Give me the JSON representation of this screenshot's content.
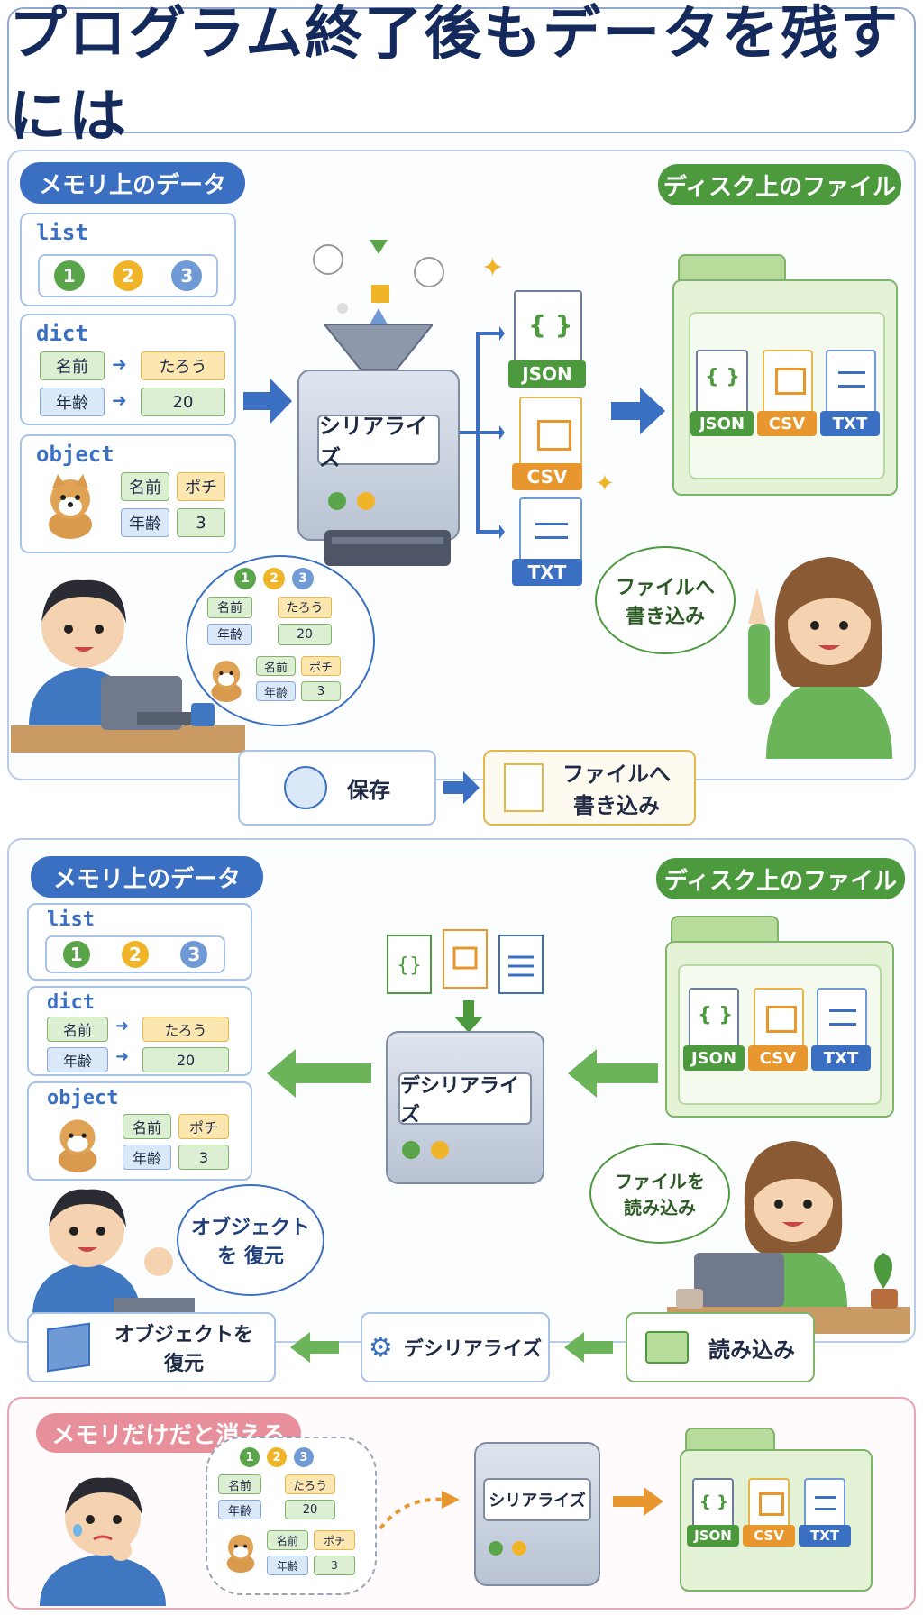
{
  "title": "プログラム終了後もデータを残すには",
  "section1": {
    "memory_tag": "メモリ上のデータ",
    "disk_tag": "ディスク上のファイル",
    "list_label": "list",
    "list_items": [
      "1",
      "2",
      "3"
    ],
    "dict_label": "dict",
    "dict_rows": [
      {
        "key": "名前",
        "value": "たろう"
      },
      {
        "key": "年齢",
        "value": "20"
      }
    ],
    "object_label": "object",
    "object_rows": [
      {
        "key": "名前",
        "value": "ポチ"
      },
      {
        "key": "年齢",
        "value": "3"
      }
    ],
    "machine_label": "シリアライズ",
    "file_labels": [
      "JSON",
      "CSV",
      "TXT"
    ],
    "girl_bubble": "ファイルへ 書き込み",
    "step1": "保存",
    "step2": "ファイルへ 書き込み"
  },
  "section2": {
    "memory_tag": "メモリ上のデータ",
    "disk_tag": "ディスク上のファイル",
    "list_label": "list",
    "list_items": [
      "1",
      "2",
      "3"
    ],
    "dict_label": "dict",
    "dict_rows": [
      {
        "key": "名前",
        "value": "たろう"
      },
      {
        "key": "年齢",
        "value": "20"
      }
    ],
    "object_label": "object",
    "object_rows": [
      {
        "key": "名前",
        "value": "ポチ"
      },
      {
        "key": "年齢",
        "value": "3"
      }
    ],
    "machine_label": "デシリアライズ",
    "file_labels": [
      "JSON",
      "CSV",
      "TXT"
    ],
    "boy_bubble": "オブジェクトを 復元",
    "girl_bubble": "ファイルを 読み込み",
    "step1": "オブジェクトを 復元",
    "step2": "デシリアライズ",
    "step3": "読み込み"
  },
  "section3": {
    "tag": "メモリだけだと消える",
    "list_items": [
      "1",
      "2",
      "3"
    ],
    "dict_rows": [
      {
        "key": "名前",
        "value": "たろう"
      },
      {
        "key": "年齢",
        "value": "20"
      }
    ],
    "object_rows": [
      {
        "key": "名前",
        "value": "ポチ"
      },
      {
        "key": "年齢",
        "value": "3"
      }
    ],
    "machine_label": "シリアライズ",
    "file_labels": [
      "JSON",
      "CSV",
      "TXT"
    ]
  },
  "colors": {
    "blue": "#3a6fc2",
    "green": "#4d9a3e",
    "orange": "#e8962e",
    "red": "#e88f9c"
  }
}
